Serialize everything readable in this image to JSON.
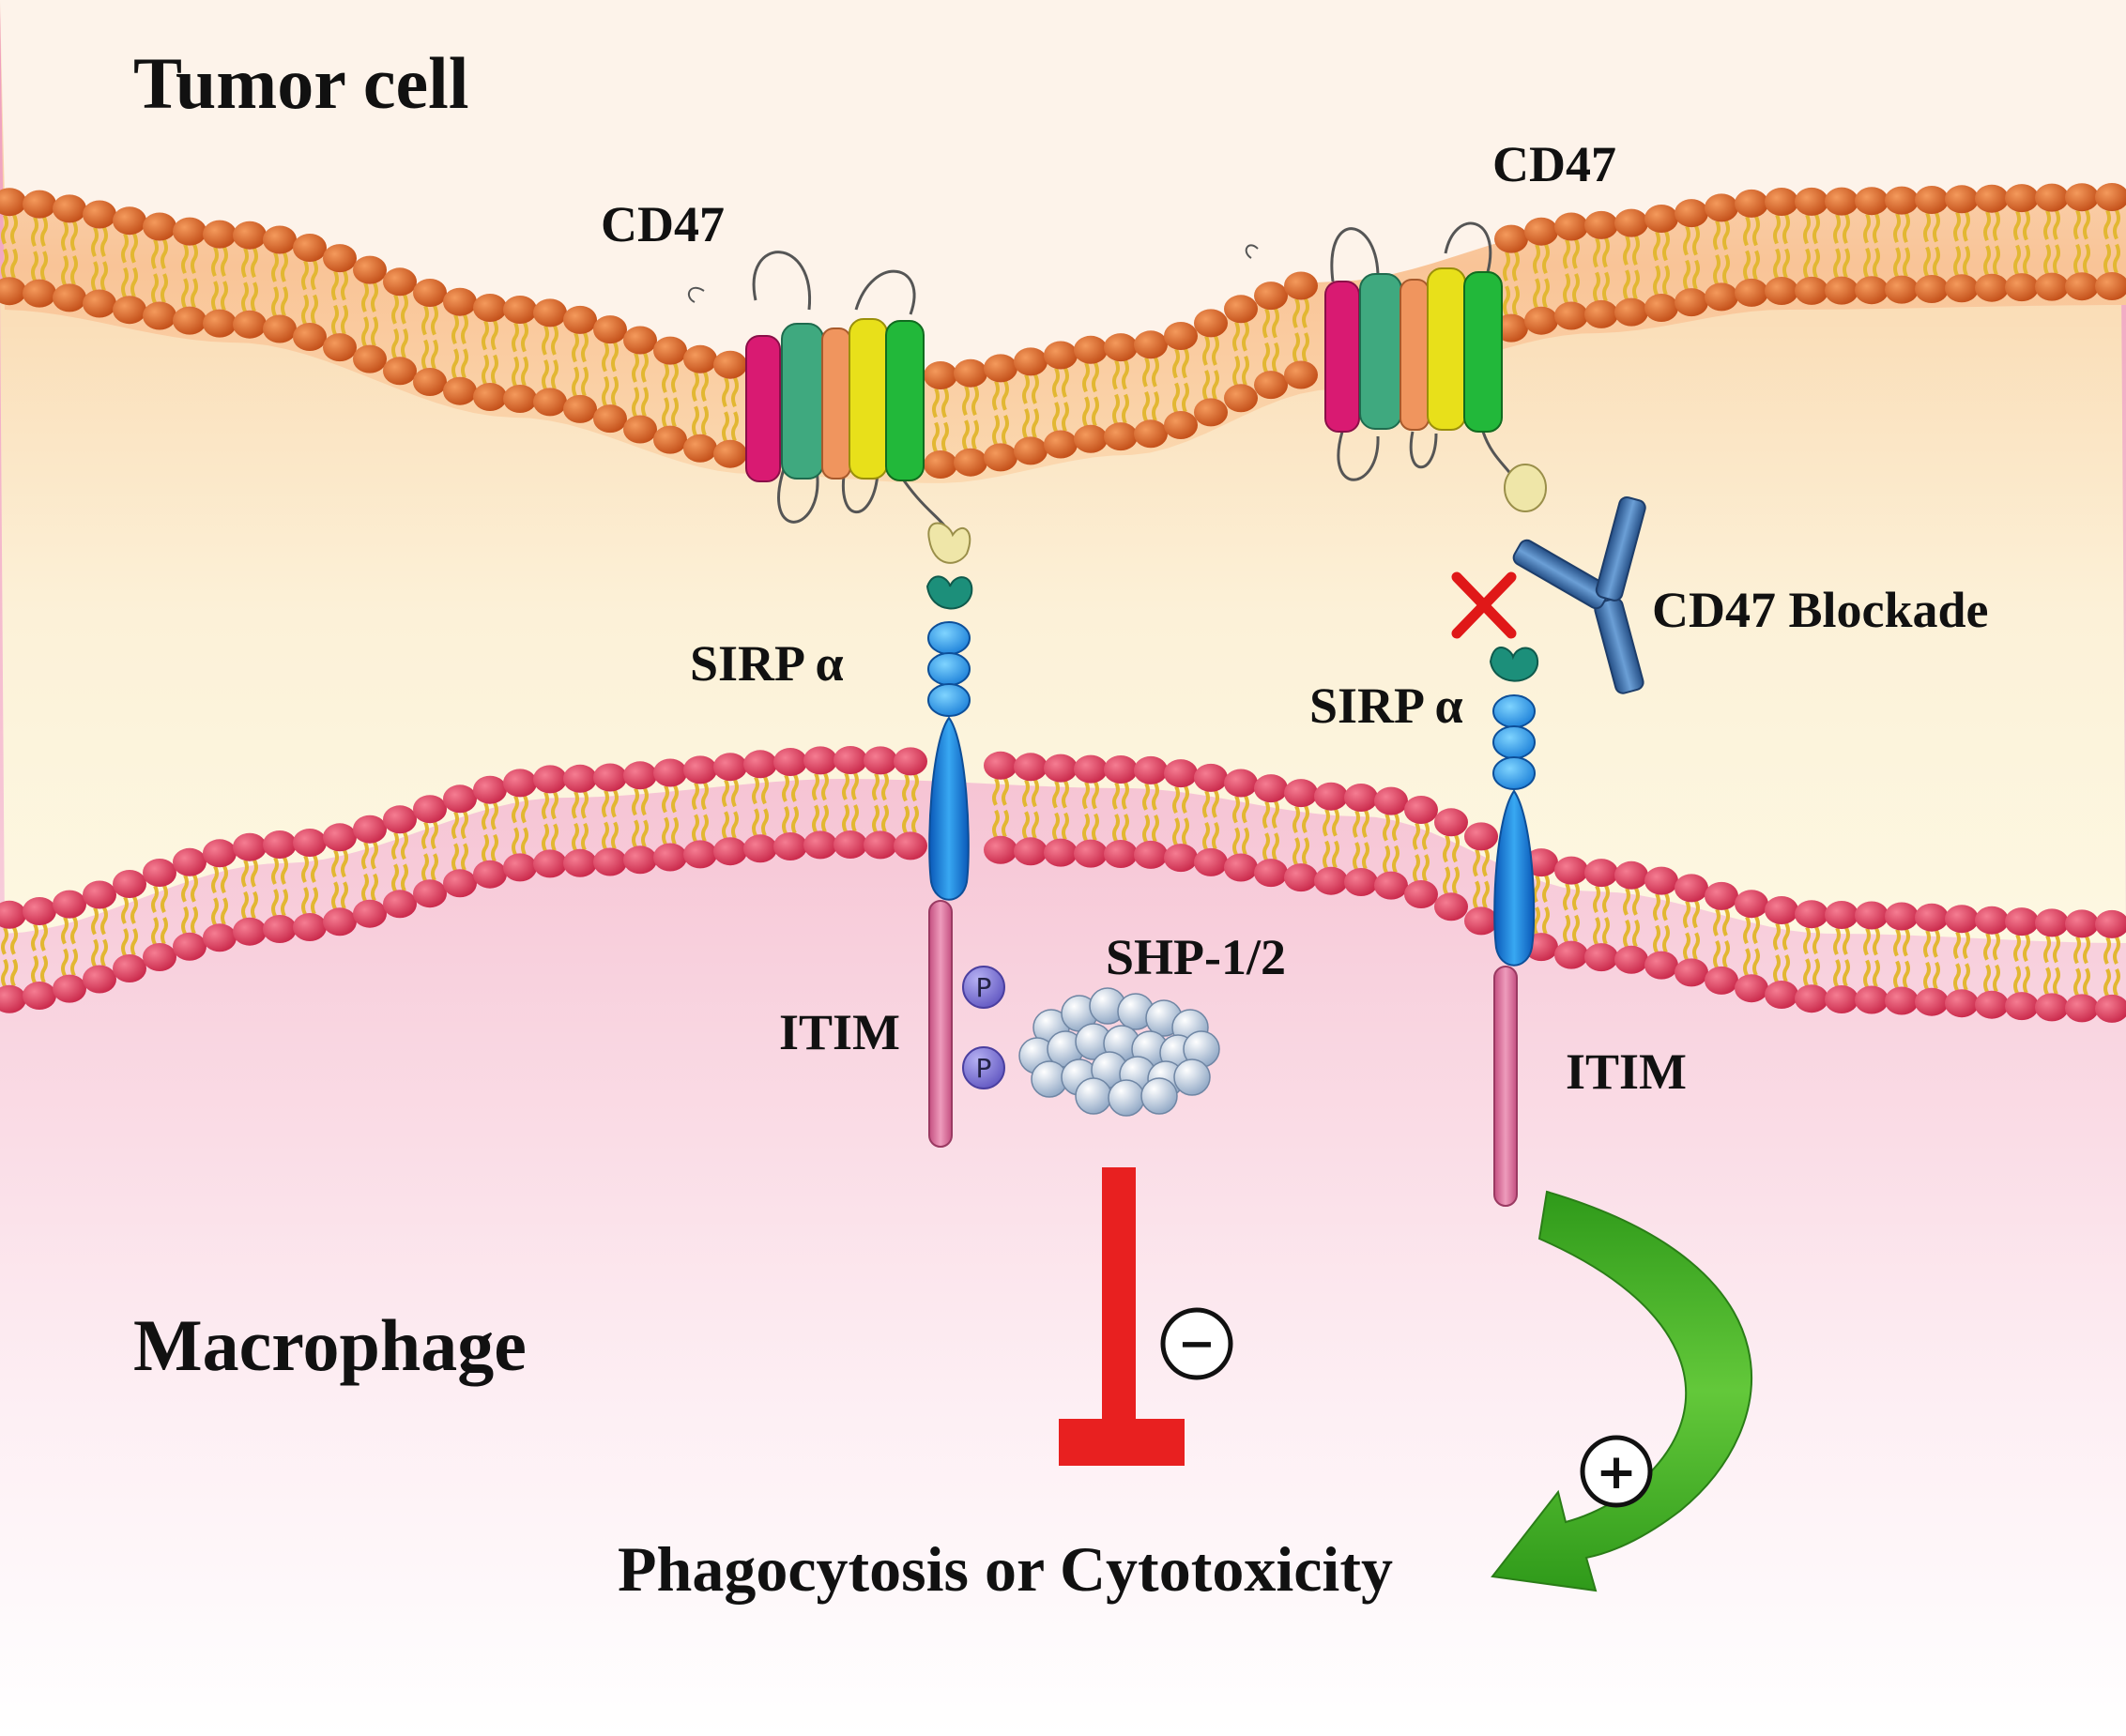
{
  "labels": {
    "tumor_cell": "Tumor cell",
    "macrophage": "Macrophage",
    "cd47_left": "CD47",
    "cd47_right": "CD47",
    "sirpa_left": "SIRP α",
    "sirpa_right": "SIRP α",
    "itim_left": "ITIM",
    "itim_right": "ITIM",
    "shp": "SHP-1/2",
    "blockade": "CD47 Blockade",
    "outcome": "Phagocytosis or Cytotoxicity",
    "phospho_1": "P",
    "phospho_2": "P",
    "minus_symbol": "−",
    "plus_symbol": "+"
  },
  "colors": {
    "tumor_cytoplasm": "#f9c79a",
    "extracellular": "#fbf2d6",
    "macrophage_cytoplasm": "#f2a3bf",
    "tumor_head": "#d8622a",
    "macrophage_head": "#e24866",
    "lipid_tail": "#e6c23c",
    "sirpa_blue": "#1e86e0",
    "itim_pink": "#d86a96",
    "inhibit_red": "#e82020",
    "activate_green": "#3fae22",
    "antibody_blue": "#3d74b2",
    "block_x_red": "#e01818",
    "phospho_purple": "#7f78d8",
    "shp_grey": "#b9c8da"
  },
  "icons": {
    "inhibition": "t-bar-inhibition-icon",
    "activation": "curved-arrow-icon",
    "blocked": "x-mark-icon",
    "antibody": "y-antibody-icon"
  }
}
